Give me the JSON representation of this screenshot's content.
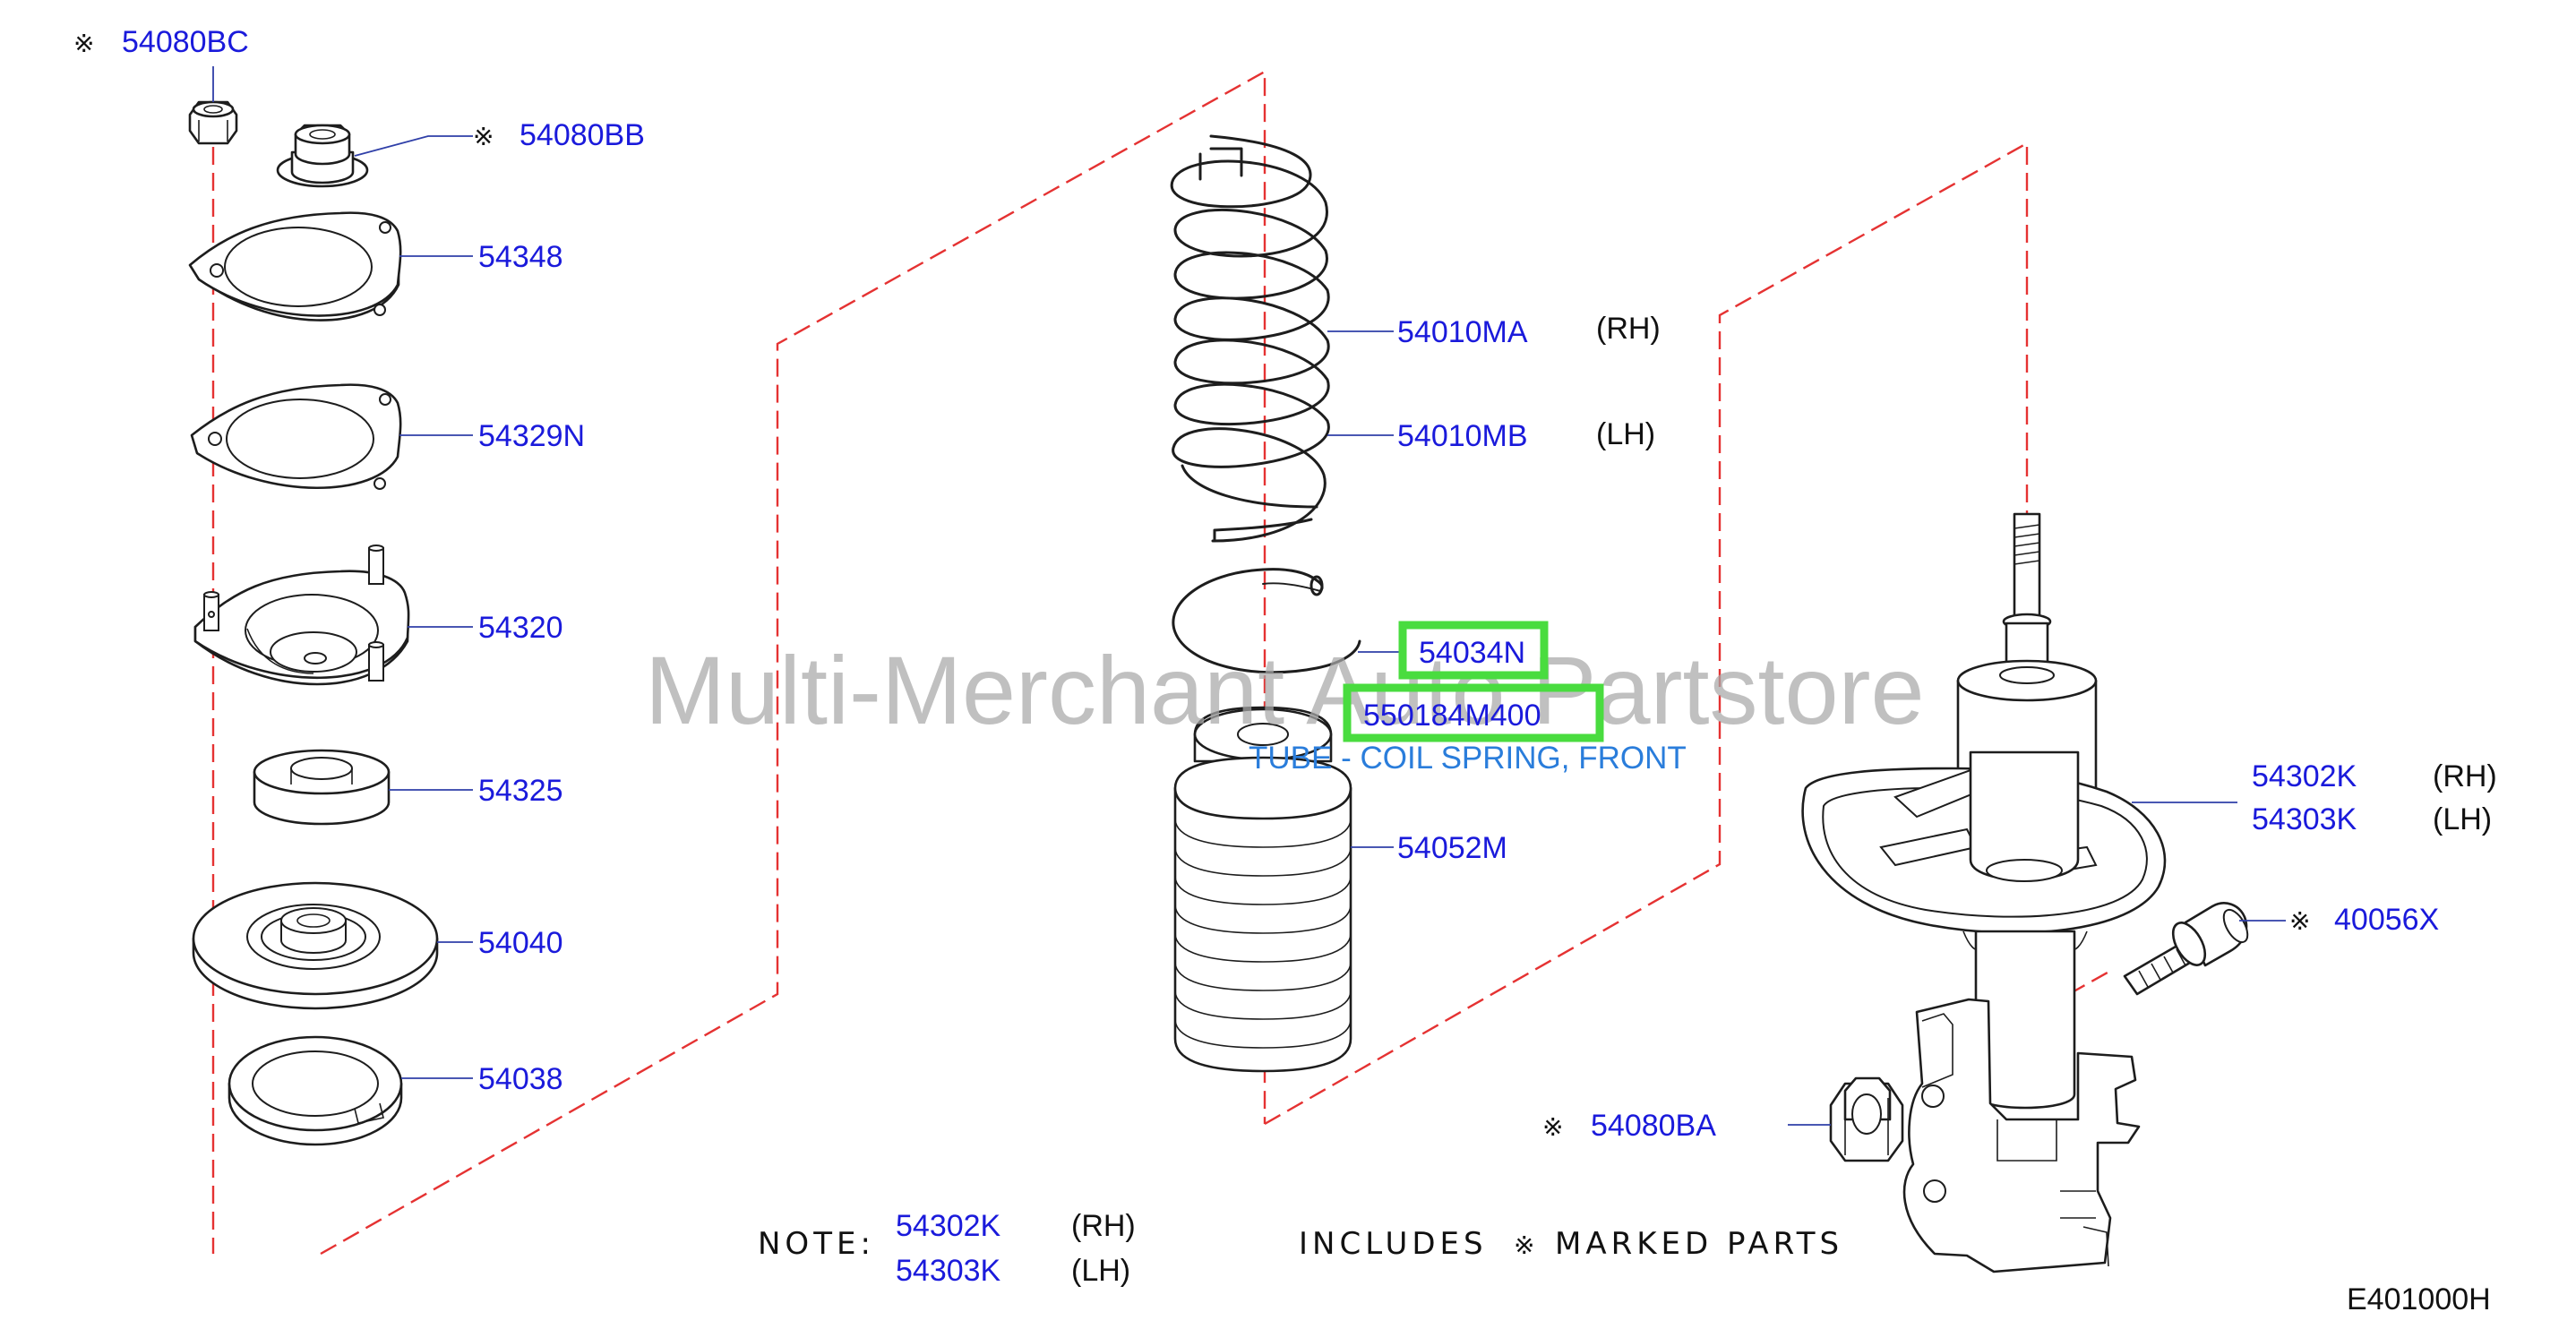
{
  "watermark": "Multi-Merchant Auto Partstore",
  "marker_symbol": "※",
  "diagram_code": "E401000H",
  "parts": {
    "p54080BC": "54080BC",
    "p54080BB": "54080BB",
    "p54348": "54348",
    "p54329N": "54329N",
    "p54320": "54320",
    "p54325": "54325",
    "p54040": "54040",
    "p54038": "54038",
    "p54010MA": "54010MA",
    "p54010MB": "54010MB",
    "p54034N": "54034N",
    "p550184M400": "550184M400",
    "p54052M": "54052M",
    "p54302K": "54302K",
    "p54303K": "54303K",
    "p40056X": "40056X",
    "p54080BA": "54080BA"
  },
  "sides": {
    "rh": "(RH)",
    "lh": "(LH)"
  },
  "highlighted_description": "TUBE - COIL SPRING, FRONT",
  "note": {
    "label": "NOTE:",
    "rh_part": "54302K",
    "lh_part": "54303K",
    "rh": "(RH)",
    "lh": "(LH)",
    "includes": "INCLUDES",
    "marked_parts": "MARKED   PARTS"
  },
  "colors": {
    "part_number": "#1a1adb",
    "description": "#2a7ddb",
    "highlight_box": "#49dc3f",
    "centerline": "#e53232",
    "watermark": "#a9a9a9"
  }
}
